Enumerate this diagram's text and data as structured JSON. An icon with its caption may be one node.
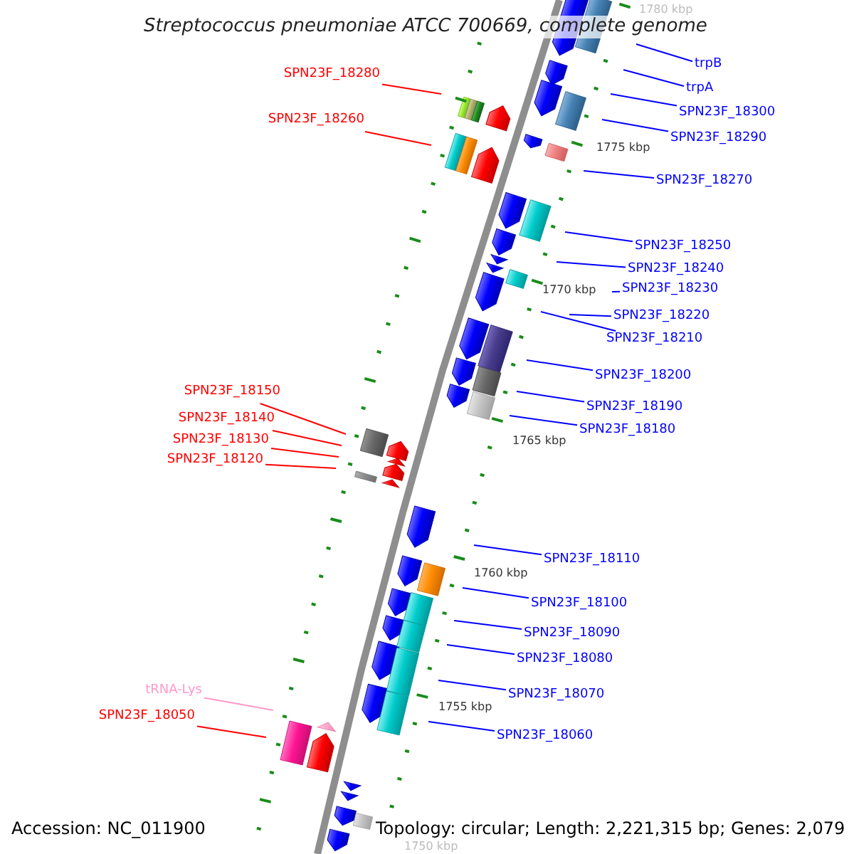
{
  "diagram": {
    "title": "Streptococcus pneumoniae ATCC 700669, complete genome",
    "nodes": [
      {
        "text": [
          "trpB"
        ]
      },
      {
        "text": [
          "SPN23F_18280"
        ]
      },
      {
        "text": [
          "trpA"
        ]
      },
      {
        "text": [
          "SPN23F_18300"
        ]
      },
      {
        "text": [
          "SPN23F_18260"
        ]
      },
      {
        "text": [
          "SPN23F_18290"
        ]
      },
      {
        "text": [
          "SPN23F_18270"
        ]
      },
      {
        "text": [
          "SPN23F_18250"
        ]
      },
      {
        "text": [
          "SPN23F_18240"
        ]
      },
      {
        "text": [
          "SPN23F_18230"
        ]
      },
      {
        "text": [
          "SPN23F_18220"
        ]
      },
      {
        "text": [
          "SPN23F_18210"
        ]
      },
      {
        "text": [
          "SPN23F_18200"
        ]
      },
      {
        "text": [
          "SPN23F_18150"
        ]
      },
      {
        "text": [
          "SPN23F_18190"
        ]
      },
      {
        "text": [
          "SPN23F_18140"
        ]
      },
      {
        "text": [
          "SPN23F_18180"
        ]
      },
      {
        "text": [
          "SPN23F_18130"
        ]
      },
      {
        "text": [
          "SPN23F_18120"
        ]
      },
      {
        "text": [
          "SPN23F_18110"
        ]
      },
      {
        "text": [
          "SPN23F_18100"
        ]
      },
      {
        "text": [
          "SPN23F_18090"
        ]
      },
      {
        "text": [
          "SPN23F_18080"
        ]
      },
      {
        "text": [
          "tRNA-Lys"
        ]
      },
      {
        "text": [
          "SPN23F_18070"
        ]
      },
      {
        "text": [
          "SPN23F_18050"
        ]
      },
      {
        "text": [
          "SPN23F_18060"
        ]
      }
    ],
    "edges": [
      {
        "from": 0,
        "to": null,
        "arrow": "none"
      },
      {
        "from": 1,
        "to": null,
        "arrow": "none",
        "color": "#ff0000"
      },
      {
        "from": 2,
        "to": null,
        "arrow": "none"
      },
      {
        "from": 3,
        "to": null,
        "arrow": "none"
      },
      {
        "from": 4,
        "to": null,
        "arrow": "none",
        "color": "#ff0000"
      },
      {
        "from": 5,
        "to": null,
        "arrow": "none"
      },
      {
        "from": 6,
        "to": null,
        "arrow": "none"
      },
      {
        "from": 7,
        "to": null,
        "arrow": "none"
      },
      {
        "from": 8,
        "to": null,
        "arrow": "none"
      },
      {
        "from": 9,
        "to": null,
        "arrow": "none"
      },
      {
        "from": 10,
        "to": null,
        "arrow": "none"
      },
      {
        "from": 11,
        "to": null,
        "arrow": "none"
      },
      {
        "from": 12,
        "to": null,
        "arrow": "none"
      },
      {
        "from": 13,
        "to": null,
        "arrow": "none",
        "color": "#ff0000"
      },
      {
        "from": 14,
        "to": null,
        "arrow": "none"
      },
      {
        "from": 15,
        "to": null,
        "arrow": "none",
        "color": "#ff0000"
      },
      {
        "from": 16,
        "to": null,
        "arrow": "none"
      },
      {
        "from": 17,
        "to": null,
        "arrow": "none",
        "color": "#ff0000"
      },
      {
        "from": 18,
        "to": null,
        "arrow": "none",
        "color": "#ff0000"
      },
      {
        "from": 19,
        "to": null,
        "arrow": "none"
      },
      {
        "from": 20,
        "to": null,
        "arrow": "none"
      },
      {
        "from": 21,
        "to": null,
        "arrow": "none"
      },
      {
        "from": 22,
        "to": null,
        "arrow": "none"
      },
      {
        "from": 23,
        "to": null,
        "arrow": "none",
        "color": "#ff99cc"
      },
      {
        "from": 24,
        "to": null,
        "arrow": "none"
      },
      {
        "from": 25,
        "to": null,
        "arrow": "none",
        "color": "#ff0000"
      },
      {
        "from": 26,
        "to": null,
        "arrow": "none"
      }
    ],
    "labels": [
      "1780 kbp",
      "1775 kbp",
      "1770 kbp",
      "1765 kbp",
      "1760 kbp",
      "1755 kbp",
      "Accession: NC_011900",
      "Topology: circular; Length: 2,221,315 bp; Genes: 2,079",
      "1750 kbp"
    ]
  }
}
